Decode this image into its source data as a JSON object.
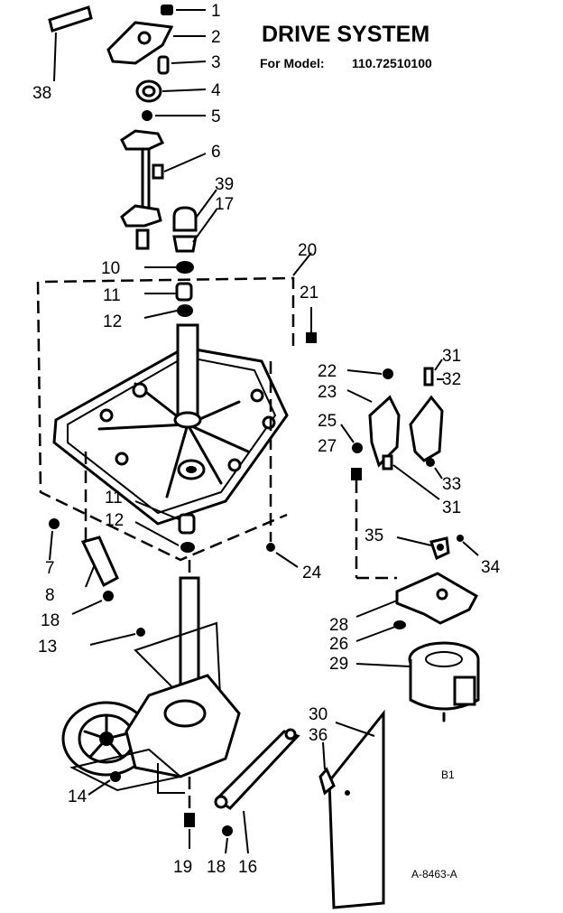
{
  "header": {
    "title": "DRIVE SYSTEM",
    "model_label": "For Model:",
    "model_number": "110.72510100"
  },
  "callouts": {
    "c1": "1",
    "c2": "2",
    "c3": "3",
    "c4": "4",
    "c5": "5",
    "c6": "6",
    "c7": "7",
    "c8": "8",
    "c10": "10",
    "c11a": "11",
    "c11b": "11",
    "c12a": "12",
    "c12b": "12",
    "c13": "13",
    "c14": "14",
    "c16": "16",
    "c17": "17",
    "c18a": "18",
    "c18b": "18",
    "c19": "19",
    "c20": "20",
    "c21": "21",
    "c22": "22",
    "c23": "23",
    "c24": "24",
    "c25": "25",
    "c26": "26",
    "c27": "27",
    "c28": "28",
    "c29": "29",
    "c30": "30",
    "c31a": "31",
    "c31b": "31",
    "c32": "32",
    "c33": "33",
    "c34": "34",
    "c35": "35",
    "c36": "36",
    "c38": "38",
    "c39": "39"
  },
  "footer": {
    "code": "B1",
    "drawing_number": "A-8463-A"
  }
}
